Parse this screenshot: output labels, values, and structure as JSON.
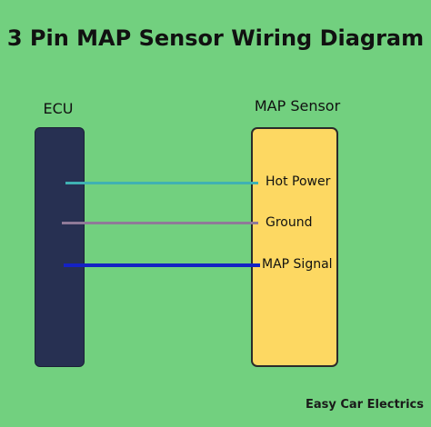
{
  "title": "3 Pin MAP Sensor Wiring Diagram",
  "ecu": {
    "label": "ECU",
    "color": "#273052"
  },
  "sensor": {
    "label": "MAP Sensor",
    "color": "#fdd862"
  },
  "wires": [
    {
      "name": "hot-power",
      "label": "Hot Power",
      "color": "#3fb1b3"
    },
    {
      "name": "ground",
      "label": "Ground",
      "color": "#8f7a98"
    },
    {
      "name": "map-signal",
      "label": "MAP Signal",
      "color": "#1522c4"
    }
  ],
  "footer": "Easy Car Electrics",
  "background_color": "#72d07f"
}
